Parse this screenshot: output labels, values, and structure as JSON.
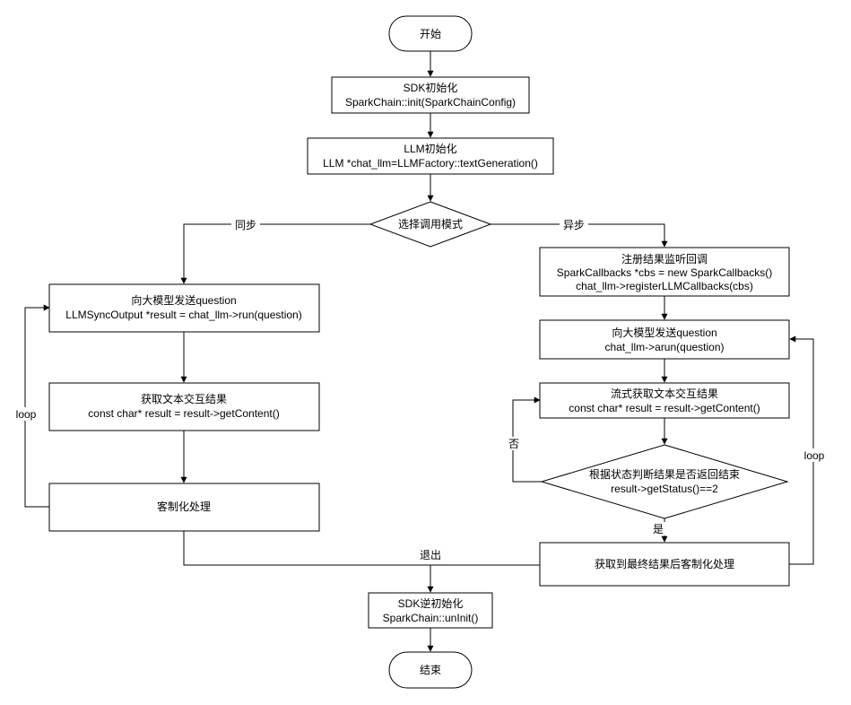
{
  "nodes": {
    "start": [
      "开始"
    ],
    "sdk_init": [
      "SDK初始化",
      "SparkChain::init(SparkChainConfig)"
    ],
    "llm_init": [
      "LLM初始化",
      "LLM *chat_llm=LLMFactory::textGeneration()"
    ],
    "mode": [
      "选择调用模式"
    ],
    "sync_send": [
      "向大模型发送question",
      "LLMSyncOutput *result = chat_llm->run(question)"
    ],
    "sync_get": [
      "获取文本交互结果",
      "const char* result = result->getContent()"
    ],
    "sync_custom": [
      "客制化处理"
    ],
    "register_cb": [
      "注册结果监听回调",
      "SparkCallbacks *cbs = new SparkCallbacks()",
      "chat_llm->registerLLMCallbacks(cbs)"
    ],
    "async_send": [
      "向大模型发送question",
      "chat_llm->arun(question)"
    ],
    "stream_get": [
      "流式获取文本交互结果",
      "const char* result = result->getContent()"
    ],
    "status_check": [
      "根据状态判断结果是否返回结束",
      "result->getStatus()==2"
    ],
    "final_custom": [
      "获取到最终结果后客制化处理"
    ],
    "sdk_uninit": [
      "SDK逆初始化",
      "SparkChain::unInit()"
    ],
    "end": [
      "结束"
    ]
  },
  "edge_labels": {
    "sync": "同步",
    "async": "异步",
    "loop_left": "loop",
    "loop_right": "loop",
    "no": "否",
    "yes": "是",
    "exit": "退出"
  }
}
